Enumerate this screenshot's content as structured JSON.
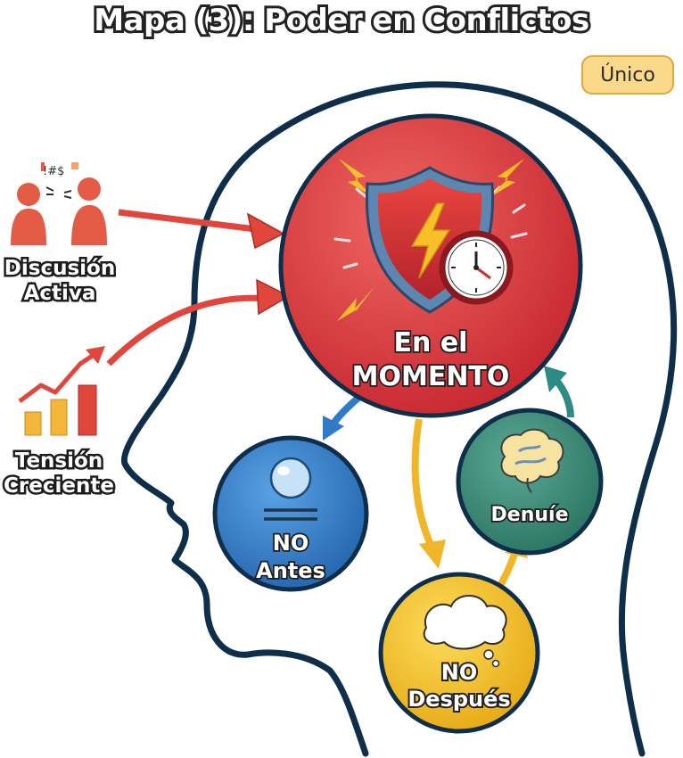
{
  "title": "Mapa (3): Poder en Conflictos",
  "badge": "Único",
  "inputs": [
    {
      "id": "discusion",
      "line1": "Discusión",
      "line2": "Activa"
    },
    {
      "id": "tension",
      "line1": "Tensión",
      "line2": "Creciente"
    }
  ],
  "nodes": {
    "center": {
      "line1": "En el",
      "line2": "MOMENTO",
      "color": "#d8343a"
    },
    "antes": {
      "line1": "NO",
      "line2": "Antes",
      "color": "#2f7bc8"
    },
    "despues": {
      "line1": "NO",
      "line2": "Después",
      "color": "#f1bd1d"
    },
    "denuie": {
      "line1": "Denuíe",
      "color": "#3a8c78"
    }
  },
  "colors": {
    "head_outline": "#0f2e4a",
    "arrow_red": "#e1463c",
    "arrow_blue": "#2f7bc8",
    "arrow_yellow": "#f1b52a",
    "arrow_teal": "#2e8a85"
  },
  "icons": [
    "arguing-people-icon",
    "rising-chart-icon",
    "shield-clock-icon",
    "bubble-icon",
    "thought-cloud-icon",
    "brain-icon"
  ]
}
